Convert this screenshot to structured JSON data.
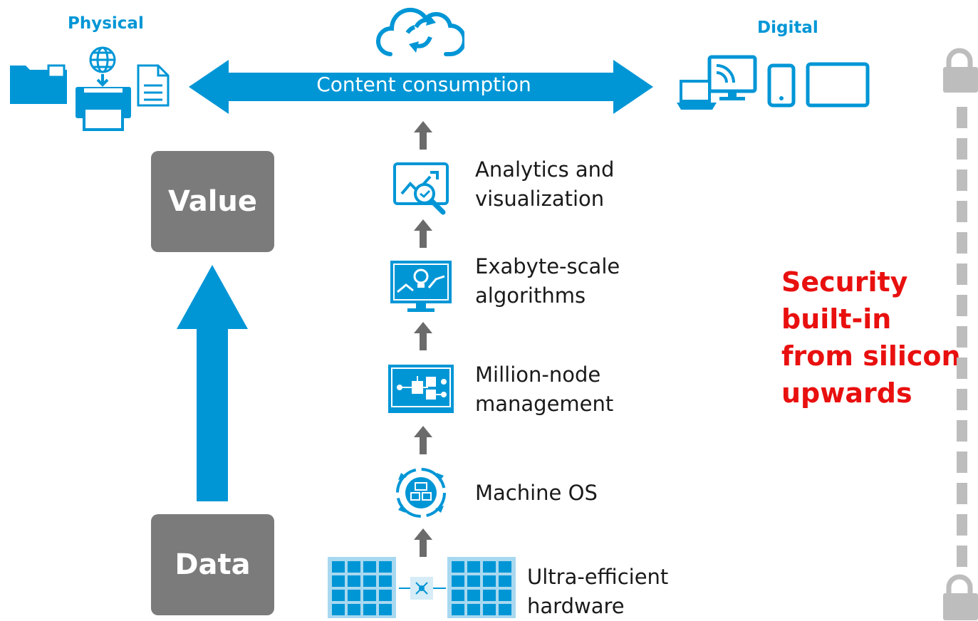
{
  "top": {
    "physical_label": "Physical",
    "digital_label": "Digital",
    "content_consumption": "Content consumption"
  },
  "left": {
    "value_label": "Value",
    "data_label": "Data"
  },
  "stack": [
    {
      "icon": "analytics-icon",
      "line1": "Analytics and",
      "line2": "visualization"
    },
    {
      "icon": "algorithm-monitor-icon",
      "line1": "Exabyte-scale",
      "line2": "algorithms"
    },
    {
      "icon": "node-management-icon",
      "line1": "Million-node",
      "line2": "management"
    },
    {
      "icon": "machine-os-icon",
      "line1": "Machine OS",
      "line2": ""
    },
    {
      "icon": "hardware-icon",
      "line1": "Ultra-efficient",
      "line2": "hardware"
    }
  ],
  "security": {
    "line1": "Security",
    "line2": "built-in",
    "line3": "from silicon",
    "line4": "upwards"
  },
  "colors": {
    "blue": "#0096d6",
    "gray": "#7b7b7b",
    "red": "#e8100f",
    "light_gray": "#bdbdbd"
  }
}
